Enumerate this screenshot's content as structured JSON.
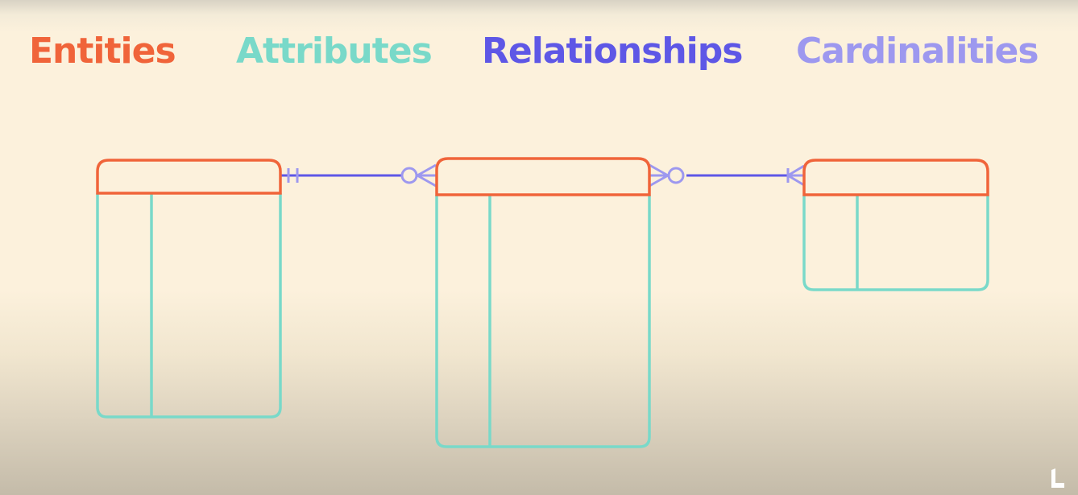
{
  "legend": {
    "entities": "Entities",
    "attributes": "Attributes",
    "relationships": "Relationships",
    "cardinalities": "Cardinalities"
  },
  "colors": {
    "entity": "#f0643a",
    "attribute": "#79d9c9",
    "relationship": "#5e57e6",
    "cardinality": "#9d98ef",
    "background": "#fcf1dc"
  },
  "diagram": {
    "entities": [
      "entity-table-1",
      "entity-table-2",
      "entity-table-3"
    ],
    "relationships": [
      {
        "from": "entity-table-1",
        "to": "entity-table-2",
        "from_cardinality": "one-and-only-one",
        "to_cardinality": "zero-or-many"
      },
      {
        "from": "entity-table-2",
        "to": "entity-table-3",
        "from_cardinality": "zero-or-many",
        "to_cardinality": "one-or-many"
      }
    ]
  },
  "watermark": {
    "icon": "logo-icon"
  }
}
